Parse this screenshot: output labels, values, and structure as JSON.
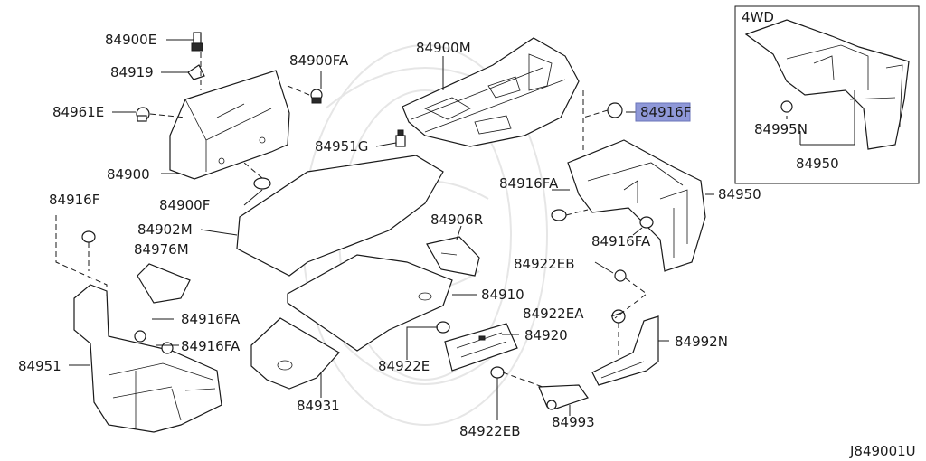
{
  "diagram_code": "J849001U",
  "inset_label": "4WD",
  "highlight_color": "#8f98d8",
  "parts": {
    "p84900E": "84900E",
    "p84919": "84919",
    "p84961E": "84961E",
    "p84900": "84900",
    "p84900F": "84900F",
    "p84900FA": "84900FA",
    "p84951G": "84951G",
    "p84900M": "84900M",
    "p84916F_top": "84916F",
    "p84916FA_top": "84916FA",
    "p84950": "84950",
    "p84916FA_mid": "84916FA",
    "p84902M": "84902M",
    "p84906R": "84906R",
    "p84916F_left": "84916F",
    "p84976M": "84976M",
    "p84910": "84910",
    "p84922EB_top": "84922EB",
    "p84922EA": "84922EA",
    "p84992N": "84992N",
    "p84916FA_left1": "84916FA",
    "p84916FA_left2": "84916FA",
    "p84951": "84951",
    "p84920": "84920",
    "p84922E": "84922E",
    "p84931": "84931",
    "p84922EB_bottom": "84922EB",
    "p84993": "84993",
    "p84995N": "84995N",
    "p84950_inset": "84950"
  }
}
